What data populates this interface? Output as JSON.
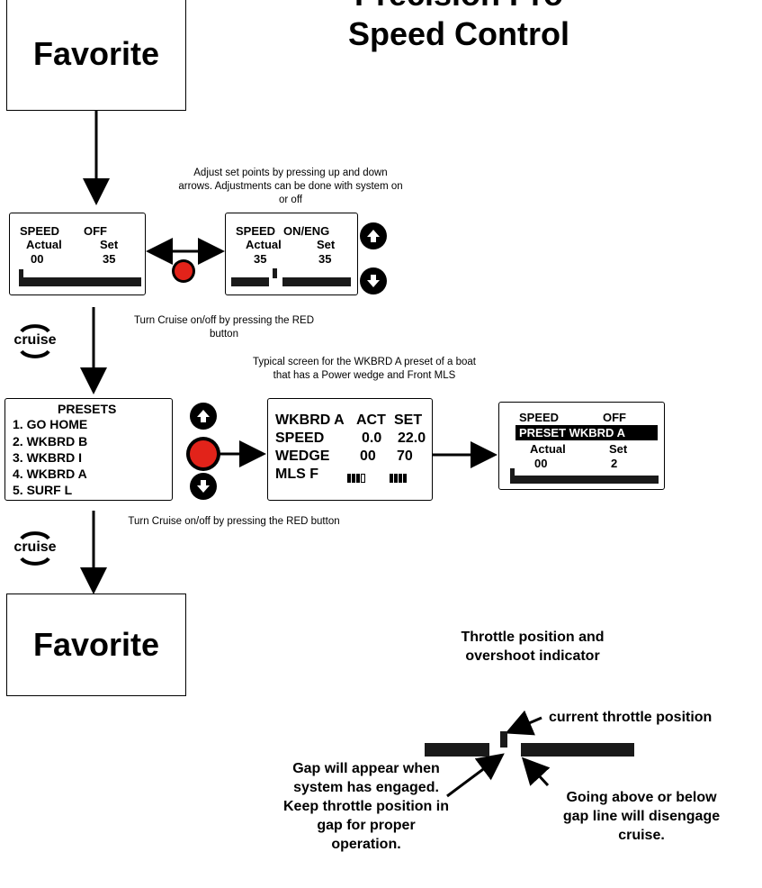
{
  "title_lines": [
    "Precision Pro",
    "Speed Control"
  ],
  "favorite_label": "Favorite",
  "cruise_label": "cruise",
  "note_adjust": "Adjust set points by pressing up and down arrows.  Adjustments can be done with system on or off",
  "note_cruise_1": "Turn Cruise on/off by pressing the RED button",
  "note_cruise_2": "Turn Cruise on/off by pressing the RED button",
  "note_typical": "Typical screen for the WKBRD A preset of a boat that has a Power wedge and Front MLS",
  "screen_off": {
    "status_label": "SPEED",
    "status_value": "OFF",
    "actual_label": "Actual",
    "set_label": "Set",
    "actual_value": "00",
    "set_value": "35"
  },
  "screen_on": {
    "status_label": "SPEED",
    "status_value": "ON/ENG",
    "actual_label": "Actual",
    "set_label": "Set",
    "actual_value": "35",
    "set_value": "35"
  },
  "presets": {
    "header": "PRESETS",
    "items": [
      "1. GO HOME",
      "2. WKBRD B",
      "3. WKBRD I",
      "4. WKBRD A",
      "5. SURF L"
    ]
  },
  "wkbrd_screen": {
    "header": [
      "WKBRD A",
      "ACT",
      "SET"
    ],
    "rows": [
      {
        "label": "SPEED",
        "act": "0.0",
        "set": "22.0"
      },
      {
        "label": "WEDGE",
        "act": "00",
        "set": "70"
      },
      {
        "label": "MLS F",
        "act_segments": {
          "filled": 3,
          "total": 4
        },
        "set_segments": {
          "filled": 4,
          "total": 4
        }
      }
    ]
  },
  "screen_preset": {
    "status_label": "SPEED",
    "status_value": "OFF",
    "preset_line": "PRESET WKBRD A",
    "actual_label": "Actual",
    "set_label": "Set",
    "actual_value": "00",
    "set_value": "2"
  },
  "throttle": {
    "title": "Throttle position and overshoot indicator",
    "current_label": "current throttle position",
    "gap_note": "Gap will appear when system has engaged.  Keep throttle position in gap for proper operation.",
    "above_note": "Going above or below gap line will disengage cruise."
  },
  "colors": {
    "red_button": "#e2231a",
    "ink": "#000000"
  },
  "icons": [
    "arrow-up-icon",
    "arrow-down-icon",
    "red-button-icon",
    "cruise-icon"
  ]
}
